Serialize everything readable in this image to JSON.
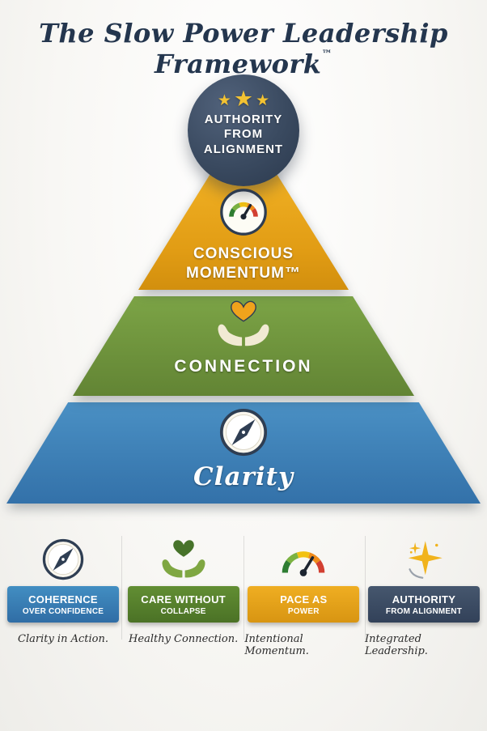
{
  "title": {
    "text": "The Slow Power Leadership Framework",
    "trademark": "™"
  },
  "colors": {
    "navy": "#3a4a60",
    "gold": "#e8a71c",
    "green": "#6c9140",
    "blue": "#3d80b8",
    "star_gold": "#f2c232"
  },
  "icons": {
    "apex": "stars",
    "momentum": "gauge",
    "connection": "hands-heart",
    "clarity": "compass",
    "legend": [
      "compass",
      "hands-heart",
      "gauge",
      "sparkle"
    ]
  },
  "pyramid": {
    "apex": {
      "star": "★",
      "lines": [
        "AUTHORITY",
        "FROM",
        "ALIGNMENT"
      ]
    },
    "momentum": {
      "lines": [
        "CONSCIOUS",
        "MOMENTUM™"
      ]
    },
    "connection": {
      "label": "CONNECTION"
    },
    "clarity": {
      "label": "Clarity"
    }
  },
  "legend": [
    {
      "banner": [
        "COHERENCE",
        "OVER CONFIDENCE"
      ],
      "caption": "Clarity in Action."
    },
    {
      "banner": [
        "CARE WITHOUT",
        "COLLAPSE"
      ],
      "caption": "Healthy Connection."
    },
    {
      "banner": [
        "PACE AS",
        "POWER"
      ],
      "caption": "Intentional Momentum."
    },
    {
      "banner": [
        "AUTHORITY",
        "FROM ALIGNMENT"
      ],
      "caption": "Integrated Leadership."
    }
  ]
}
